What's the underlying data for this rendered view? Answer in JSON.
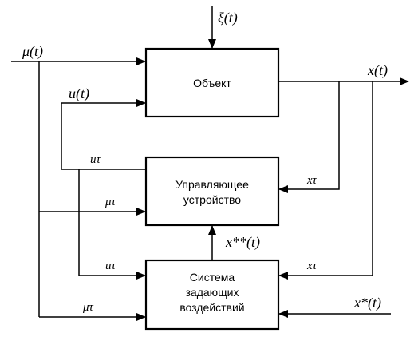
{
  "blocks": {
    "object": {
      "label": "Объект"
    },
    "controller": {
      "line1": "Управляющее",
      "line2": "устройство"
    },
    "reference_system": {
      "line1": "Система",
      "line2": "задающих",
      "line3": "воздействий"
    }
  },
  "signals": {
    "xi_t": "ξ(t)",
    "mu_t": "μ(t)",
    "u_t": "u(t)",
    "x_t": "x(t)",
    "u_tau_top": "uτ",
    "mu_tau_mid": "μτ",
    "x_tau_controller": "xτ",
    "x_star_star": "x**(t)",
    "u_tau_bottom": "uτ",
    "x_tau_bottom": "xτ",
    "mu_tau_bottom": "μτ",
    "x_star": "x*(t)"
  }
}
